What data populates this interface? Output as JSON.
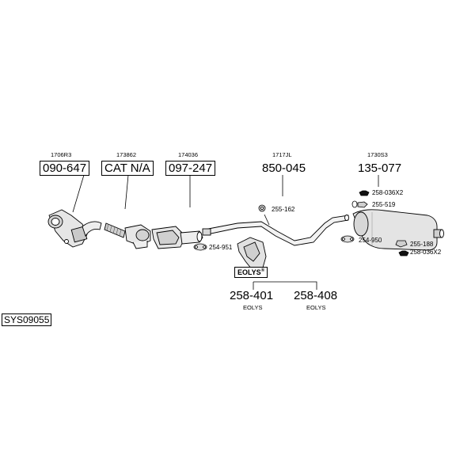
{
  "diagram_id": "SYS09055",
  "parts": [
    {
      "code": "090-647",
      "ref": "1706R3",
      "boxed": true
    },
    {
      "code": "CAT N/A",
      "ref": "173862",
      "boxed": true
    },
    {
      "code": "097-247",
      "ref": "174036",
      "boxed": true
    },
    {
      "code": "850-045",
      "ref": "1717JL",
      "boxed": false
    },
    {
      "code": "135-077",
      "ref": "1730S3",
      "boxed": false
    },
    {
      "code": "258-401",
      "ref": "EOLYS",
      "boxed": false
    },
    {
      "code": "258-408",
      "ref": "EOLYS",
      "boxed": false
    }
  ],
  "accessories": [
    {
      "code": "258-036X2"
    },
    {
      "code": "255-519"
    },
    {
      "code": "255-162"
    },
    {
      "code": "254-950"
    },
    {
      "code": "255-188"
    },
    {
      "code": "258-036X2"
    },
    {
      "code": "254-951"
    }
  ],
  "eolys_tag": {
    "text": "EOLYS",
    "mark": "®"
  }
}
